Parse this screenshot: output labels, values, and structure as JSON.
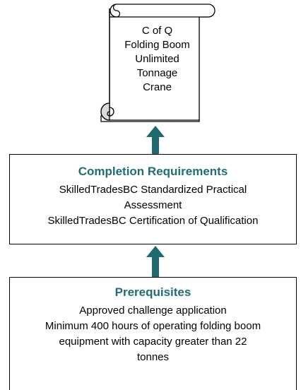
{
  "colors": {
    "accent": "#1f6e73",
    "arrow": "#1f6a6f",
    "border": "#000000"
  },
  "certificate": {
    "lines": [
      "C of Q",
      "Folding Boom",
      "Unlimited",
      "Tonnage",
      "Crane"
    ]
  },
  "completion": {
    "title": "Completion Requirements",
    "lines": [
      "SkilledTradesBC Standardized Practical",
      "Assessment",
      "SkilledTradesBC Certification of Qualification"
    ]
  },
  "prerequisites": {
    "title": "Prerequisites",
    "lines": [
      "Approved challenge application",
      "Minimum 400 hours of operating folding boom",
      "equipment with capacity greater than 22",
      "tonnes"
    ]
  }
}
